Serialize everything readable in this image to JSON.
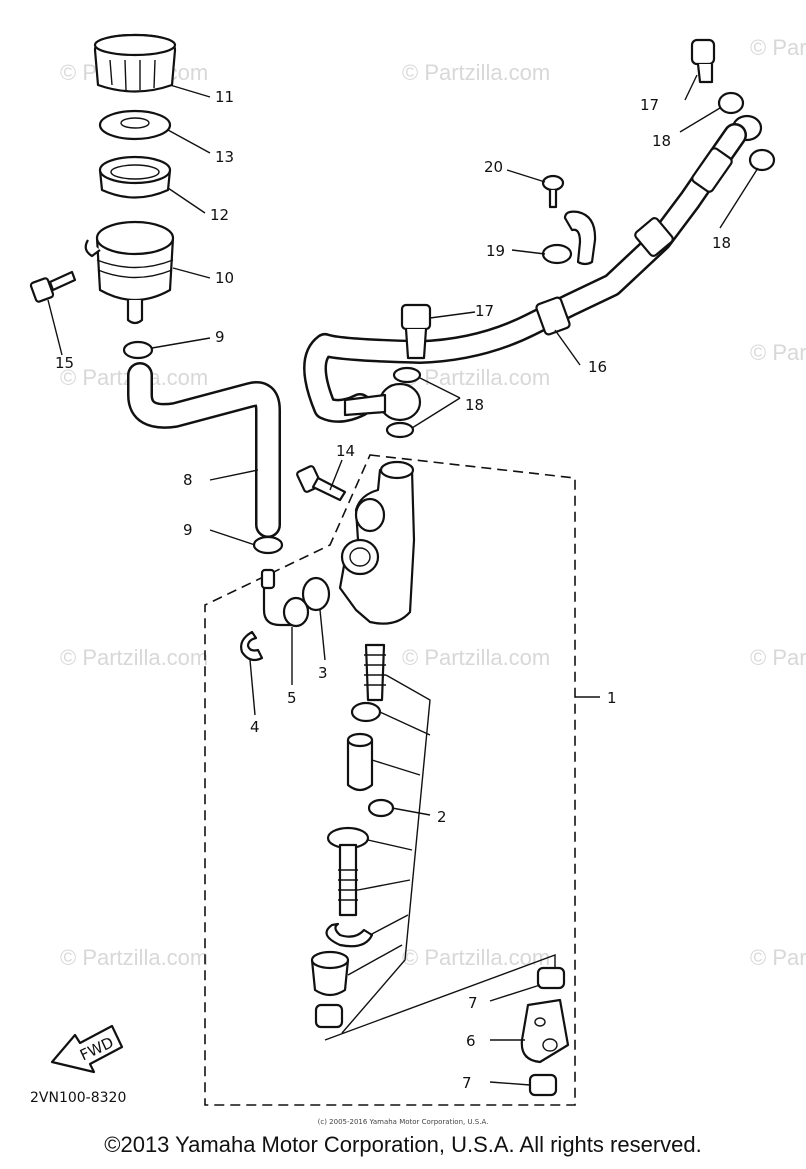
{
  "watermark": "© Partzilla.com",
  "callouts": [
    "1",
    "2",
    "3",
    "4",
    "5",
    "6",
    "7",
    "7",
    "8",
    "9",
    "9",
    "10",
    "11",
    "12",
    "13",
    "14",
    "15",
    "16",
    "17",
    "17",
    "18",
    "18",
    "18",
    "19",
    "20"
  ],
  "fwd_label": "FWD",
  "ref_code": "2VN100-8320",
  "small_copyright": "(c) 2005-2016 Yamaha Motor Corporation, U.S.A.",
  "footer": "©2013 Yamaha Motor Corporation, U.S.A. All rights reserved."
}
